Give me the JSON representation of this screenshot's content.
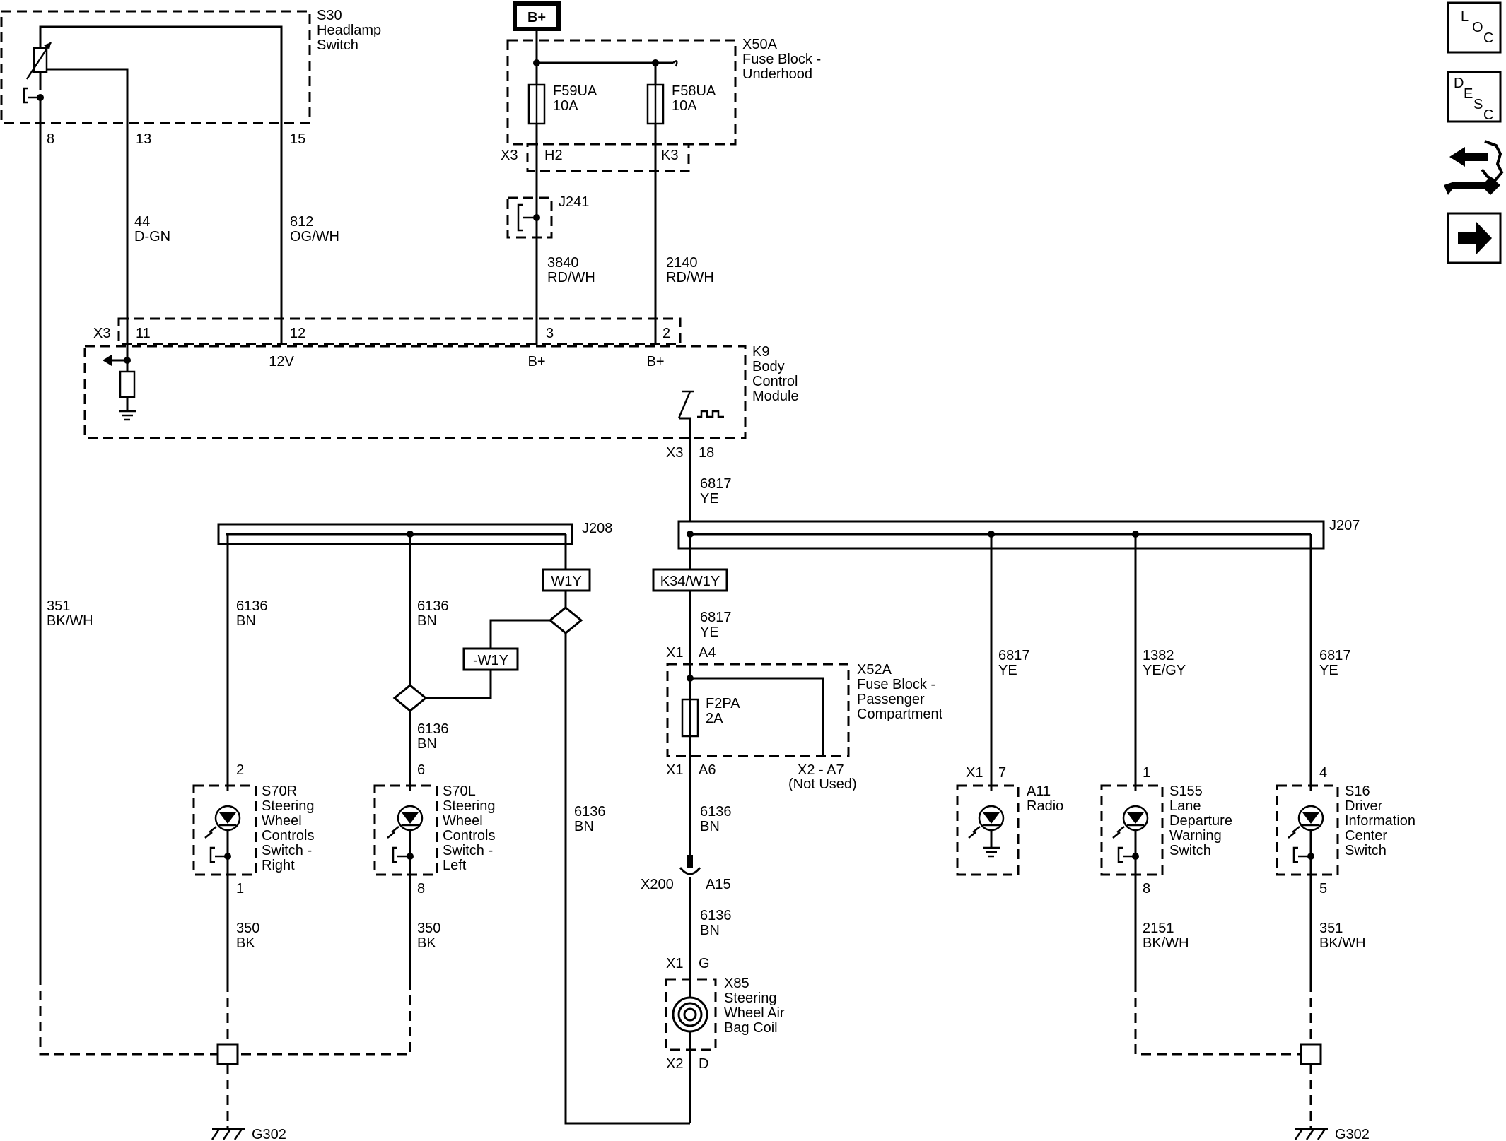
{
  "power_source": "B+",
  "components": {
    "s30": [
      "S30",
      "Headlamp",
      "Switch"
    ],
    "x50a": [
      "X50A",
      "Fuse Block -",
      "Underhood"
    ],
    "k9": [
      "K9",
      "Body",
      "Control",
      "Module"
    ],
    "x52a": [
      "X52A",
      "Fuse Block -",
      "Passenger",
      "Compartment"
    ],
    "x85": [
      "X85",
      "Steering",
      "Wheel Air",
      "Bag Coil"
    ],
    "s70r": [
      "S70R",
      "Steering",
      "Wheel",
      "Controls",
      "Switch -",
      "Right"
    ],
    "s70l": [
      "S70L",
      "Steering",
      "Wheel",
      "Controls",
      "Switch -",
      "Left"
    ],
    "a11": [
      "A11",
      "Radio"
    ],
    "s155": [
      "S155",
      "Lane",
      "Departure",
      "Warning",
      "Switch"
    ],
    "s16": [
      "S16",
      "Driver",
      "Information",
      "Center",
      "Switch"
    ]
  },
  "fuses": {
    "f59ua": [
      "F59UA",
      "10A"
    ],
    "f58ua": [
      "F58UA",
      "10A"
    ],
    "f2pa": [
      "F2PA",
      "2A"
    ]
  },
  "splices": {
    "j241": "J241",
    "j208": "J208",
    "j207": "J207"
  },
  "tags": {
    "w1y": "W1Y",
    "neg_w1y": "-W1Y",
    "k34_w1y": "K34/W1Y"
  },
  "wires": {
    "w44": [
      "44",
      "D-GN"
    ],
    "w812": [
      "812",
      "OG/WH"
    ],
    "w3840": [
      "3840",
      "RD/WH"
    ],
    "w2140": [
      "2140",
      "RD/WH"
    ],
    "w351_left": [
      "351",
      "BK/WH"
    ],
    "w6817_k9": [
      "6817",
      "YE"
    ],
    "w6817_x52": [
      "6817",
      "YE"
    ],
    "w6136_s70r": [
      "6136",
      "BN"
    ],
    "w6136_s70l_top": [
      "6136",
      "BN"
    ],
    "w6136_s70l_bot": [
      "6136",
      "BN"
    ],
    "w6136_return": [
      "6136",
      "BN"
    ],
    "w6136_a6": [
      "6136",
      "BN"
    ],
    "w6136_x200": [
      "6136",
      "BN"
    ],
    "w350_s70r": [
      "350",
      "BK"
    ],
    "w350_s70l": [
      "350",
      "BK"
    ],
    "w6817_a11": [
      "6817",
      "YE"
    ],
    "w1382": [
      "1382",
      "YE/GY"
    ],
    "w6817_s16": [
      "6817",
      "YE"
    ],
    "w2151": [
      "2151",
      "BK/WH"
    ],
    "w351_right": [
      "351",
      "BK/WH"
    ]
  },
  "pins": {
    "s30_p8": "8",
    "s30_p13": "13",
    "s30_p15": "15",
    "x3": "X3",
    "h2": "H2",
    "k3": "K3",
    "k9_x3": "X3",
    "k9_p11": "11",
    "k9_p12": "12",
    "k9_p3": "3",
    "k9_p2": "2",
    "k9_12v": "12V",
    "k9_bplus1": "B+",
    "k9_bplus2": "B+",
    "k9_x3_out": "X3",
    "k9_p18": "18",
    "x52_x1_in": "X1",
    "x52_a4": "A4",
    "x52_x1_out": "X1",
    "x52_a6": "A6",
    "x52_x2a7": "X2 - A7",
    "x52_not_used": "(Not Used)",
    "x200": "X200",
    "a15": "A15",
    "x85_x1": "X1",
    "x85_g": "G",
    "x85_x2": "X2",
    "x85_d": "D",
    "s70r_p2": "2",
    "s70r_p1": "1",
    "s70l_p6": "6",
    "s70l_p8": "8",
    "a11_x1": "X1",
    "a11_p7": "7",
    "s155_p1": "1",
    "s155_p8": "8",
    "s16_p4": "4",
    "s16_p5": "5"
  },
  "grounds": {
    "g_left": "G302",
    "g_right": "G302"
  },
  "nav": {
    "loc": [
      "L",
      "O",
      "C"
    ],
    "desc": [
      "D",
      "E",
      "S",
      "C"
    ]
  }
}
